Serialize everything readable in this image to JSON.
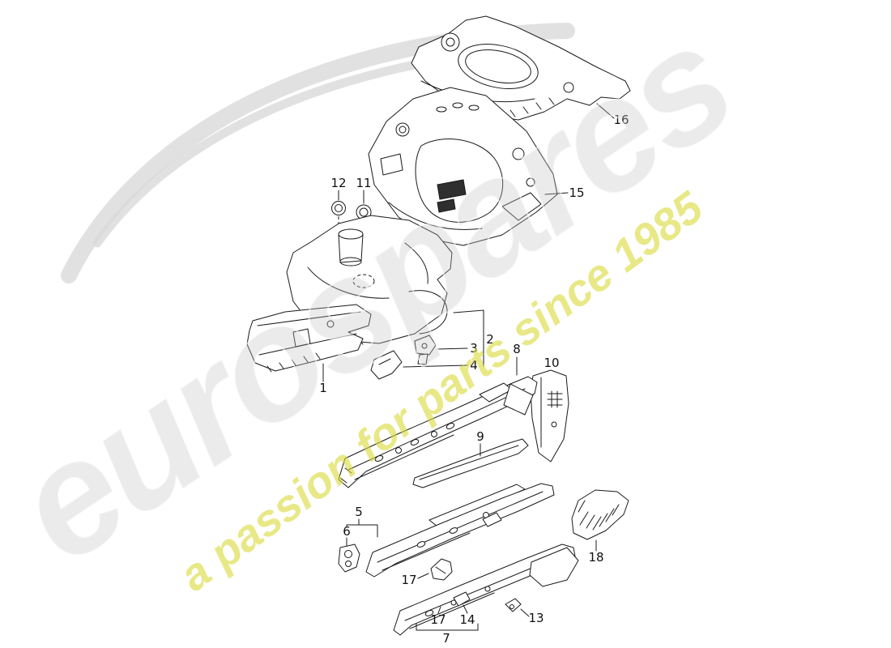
{
  "watermark": {
    "brand": "eurospares",
    "tagline": "a passion for parts since 1985",
    "brand_color": "#c2c2c2",
    "tagline_color": "#d8d837"
  },
  "diagram": {
    "background": "#ffffff",
    "line_color": "#1a1a1a",
    "labels": [
      {
        "text": "12"
      },
      {
        "text": "11"
      },
      {
        "text": "16"
      },
      {
        "text": "15"
      },
      {
        "text": "2"
      },
      {
        "text": "3"
      },
      {
        "text": "4"
      },
      {
        "text": "1"
      },
      {
        "text": "8"
      },
      {
        "text": "10"
      },
      {
        "text": "9"
      },
      {
        "text": "5"
      },
      {
        "text": "6"
      },
      {
        "text": "18"
      },
      {
        "text": "17"
      },
      {
        "text": "17"
      },
      {
        "text": "14"
      },
      {
        "text": "13"
      },
      {
        "text": "7"
      }
    ]
  }
}
